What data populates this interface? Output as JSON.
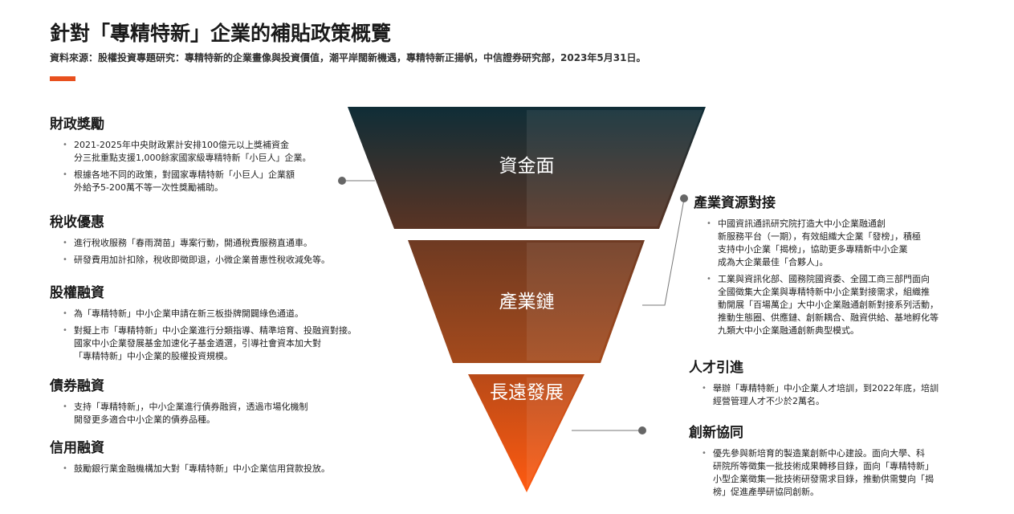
{
  "header": {
    "title": "針對「專精特新」企業的補貼政策概覽",
    "source": "資料來源：股權投資專題研究：專精特新的企業畫像與投資價值，潮平岸闊新機遇，專精特新正揚帆，中信證券研究部，2023年5月31日。"
  },
  "funnel": {
    "top_label": "資金面",
    "middle_label": "產業鏈",
    "bottom_label": "長遠發展"
  },
  "left_sections": [
    {
      "title": "財政獎勵",
      "items": [
        "2021-2025年中央財政累計安排100億元以上獎補資金\n分三批重點支援1,000餘家國家級專精特新「小巨人」企業。",
        "根據各地不同的政策，對國家專精特新「小巨人」企業額\n外給予5-200萬不等一次性獎勵補助。"
      ]
    },
    {
      "title": "稅收優惠",
      "items": [
        "進行稅收服務「春雨潤苗」專案行動，開通稅費服務直通車。",
        "研發費用加計扣除，稅收即徵即退，小微企業普惠性稅收減免等。"
      ]
    },
    {
      "title": "股權融資",
      "items": [
        "為「專精特新」中小企業申請在新三板掛牌開闢綠色通道。",
        "對擬上市「專精特新」中小企業進行分類指導、精準培育、投融資對接。\n國家中小企業發展基金加速化子基金遴選，引導社會資本加大對\n「專精特新」中小企業的股權投資規模。"
      ]
    },
    {
      "title": "債券融資",
      "items": [
        "支持「專精特新」，中小企業進行債券融資，透過市場化機制\n開發更多適合中小企業的債券品種。"
      ]
    },
    {
      "title": "信用融資",
      "items": [
        "鼓勵銀行業金融機構加大對「專精特新」中小企業信用貸款投放。"
      ]
    }
  ],
  "right_sections": [
    {
      "title": "產業資源對接",
      "items": [
        "中國資訊通訊研究院打造大中小企業融通創\n新服務平台（一期），有效組織大企業「發榜」，積極\n支持中小企業「揭榜」，協助更多專精新中小企業\n成為大企業最佳「合夥人」。",
        "工業與資訊化部、國務院國資委、全國工商三部門面向\n全國徵集大企業與專精特新中小企業對接需求，組織推\n動開展「百場萬企」大中小企業融通創新對接系列活動，\n推動生態圈、供應鏈、創新耦合、融資供給、基地孵化等\n九類大中小企業融通創新典型模式。"
      ]
    },
    {
      "title": "人才引進",
      "items": [
        "舉辦「專精特新」中小企業人才培訓，到2022年底，培訓\n經營管理人才不少於2萬名。"
      ]
    },
    {
      "title": "創新協同",
      "items": [
        "優先參與新培育的製造業創新中心建設。面向大學、科\n研院所等徵集一批技術成果轉移目錄，面向「專精特新」\n小型企業徵集一批技術研發需求目錄，推動供需雙向「揭\n榜」促進產學研協同創新。"
      ]
    }
  ],
  "colors": {
    "accent": "#e8501e",
    "funnel_top": "#16333b",
    "funnel_middle": "#7a3a1c",
    "funnel_bottom": "#f0601a",
    "connector": "#666666"
  }
}
